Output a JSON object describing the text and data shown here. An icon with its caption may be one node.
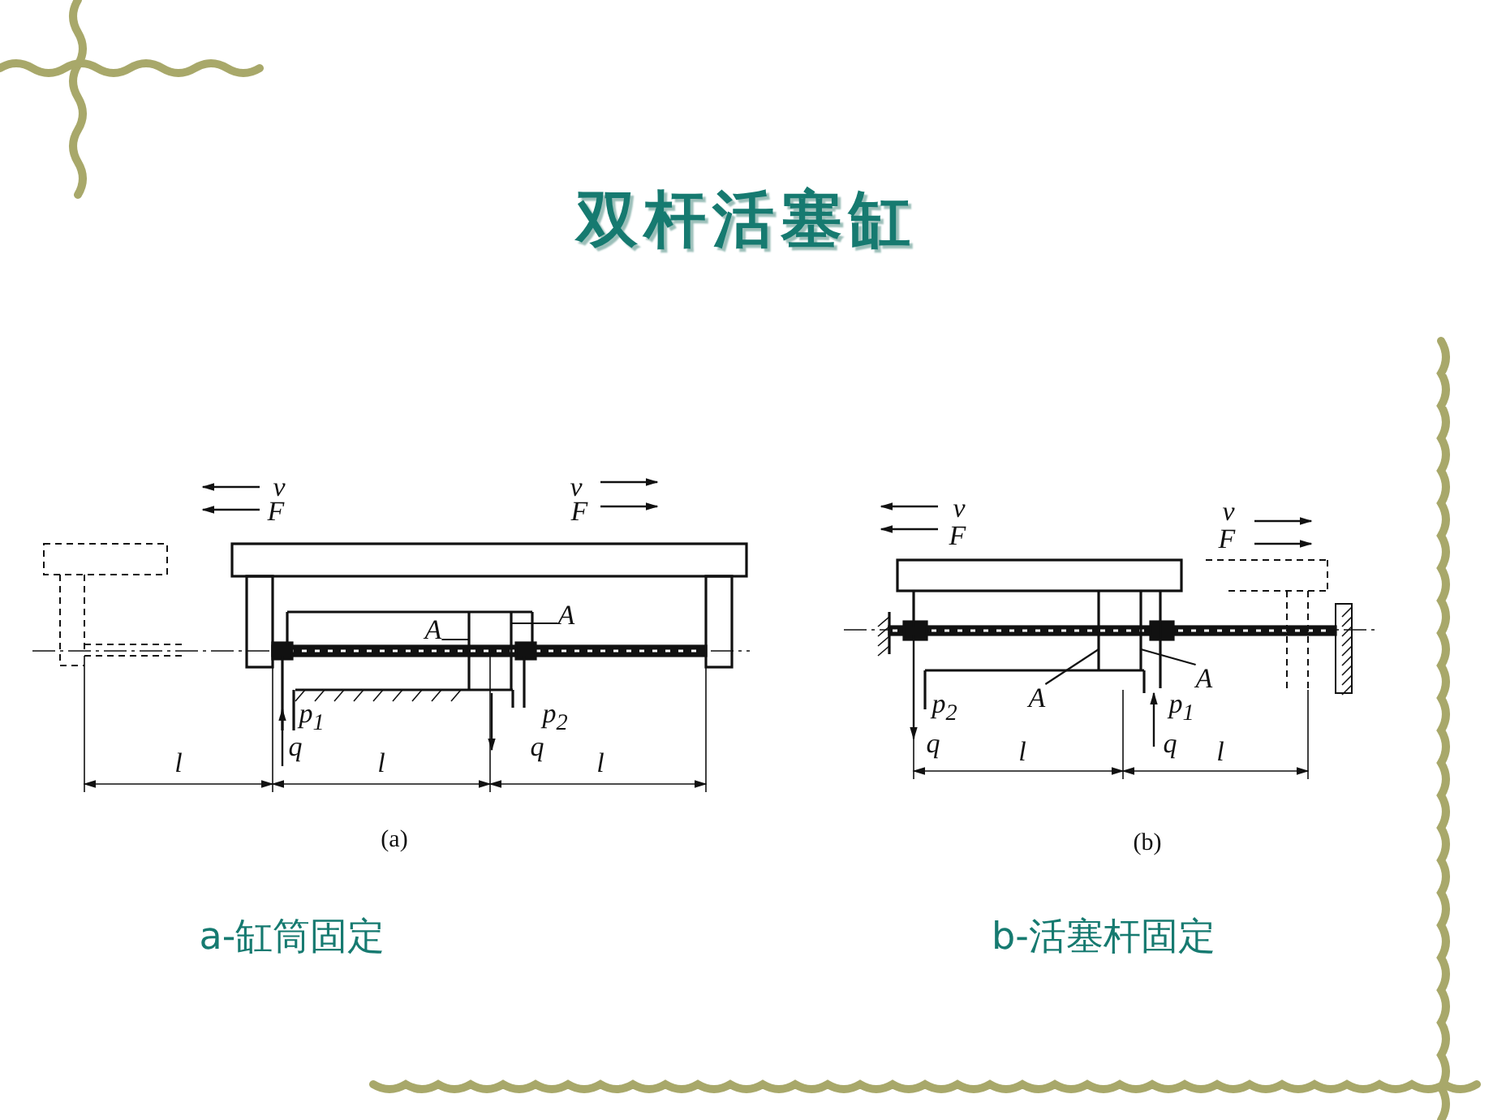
{
  "diagram": {
    "title": "双杆活塞缸",
    "nodes": [
      {
        "text": [
          "A"
        ]
      },
      {
        "text": [
          "A"
        ]
      },
      {
        "text": [
          "A"
        ]
      },
      {
        "text": [
          "A"
        ]
      }
    ],
    "edges": [
      {
        "from": 0,
        "to": null,
        "arrow": "none"
      },
      {
        "from": 1,
        "to": null,
        "arrow": "none"
      },
      {
        "from": 2,
        "to": null,
        "arrow": "none"
      },
      {
        "from": 3,
        "to": null,
        "arrow": "none"
      }
    ],
    "labels": [
      "v",
      "v",
      "F",
      "F",
      "*p*$_{1}$",
      "*p*$_{2}$",
      "q",
      "q",
      "l",
      "l",
      "l",
      "(a)",
      "v",
      "v",
      "F",
      "F",
      "*p*$_{2}$",
      "*p*$_{1}$",
      "q",
      "l",
      "q",
      "l",
      "(b)",
      "a-缸筒固定",
      "b-活塞杆固定"
    ]
  }
}
